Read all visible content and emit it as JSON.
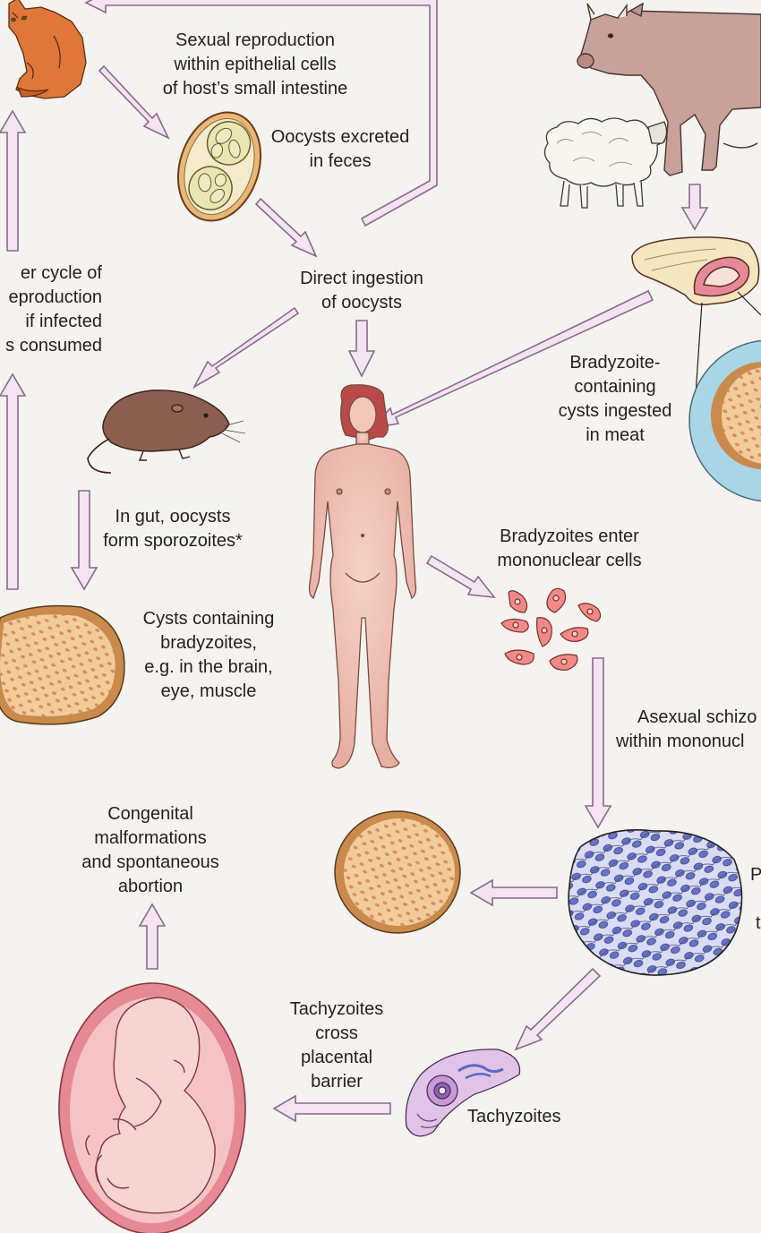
{
  "labels": {
    "sexual_reproduction": [
      "Sexual reproduction",
      "within epithelial cells",
      "of host’s small intestine"
    ],
    "oocysts_excreted": [
      "Oocysts excreted",
      "in feces"
    ],
    "direct_ingestion": [
      "Direct ingestion",
      "of oocysts"
    ],
    "another_cycle": [
      "er cycle of",
      "eproduction",
      "if infected",
      "s consumed"
    ],
    "bradyzoite_cysts": [
      "Bradyzoite-",
      "containing",
      "cysts ingested",
      "in meat"
    ],
    "in_gut": [
      "In gut, oocysts",
      "form sporozoites*"
    ],
    "bradyzoites_enter": [
      "Bradyzoites enter",
      "mononuclear cells"
    ],
    "cysts_containing": [
      "Cysts containing",
      "bradyzoites,",
      "e.g. in the brain,",
      "eye, muscle"
    ],
    "asexual": [
      "Asexual schizo",
      "within mononucl"
    ],
    "congenital": [
      "Congenital",
      "malformations",
      "and spontaneous",
      "abortion"
    ],
    "proliferation_fragment": [
      "P",
      "t"
    ],
    "tachyzoites_cross": [
      "Tachyzoites",
      "cross",
      "placental",
      "barrier"
    ],
    "tachyzoites": "Tachyzoites"
  },
  "colors": {
    "background": "#f5f3ef",
    "arrow_fill": "#f4e4f2",
    "arrow_stroke": "#8a6a8a",
    "cyst_fill": "#f2cc98",
    "cyst_rim": "#c98a4c",
    "cyst_dots": "#d88a6a",
    "skin": "#efc2b6",
    "cat": "#e0763a",
    "cow": "#c7a19a",
    "rodent": "#8c5e50",
    "tachyzoite_blue": "#6673c4",
    "halo_blue": "#a9d6e6"
  },
  "icons": [
    "cat-icon",
    "cow-icon",
    "sheep-icon",
    "meat-icon",
    "rodent-icon",
    "human-figure-icon",
    "oocyst-icon",
    "cyst-icon",
    "bradyzoites-icon",
    "tachyzoite-mass-icon",
    "tachyzoite-icon",
    "fetus-icon"
  ]
}
